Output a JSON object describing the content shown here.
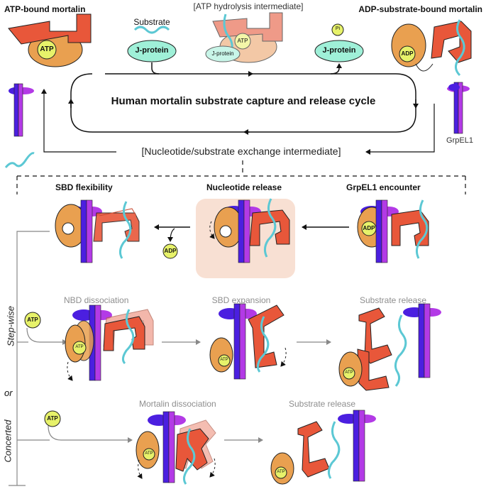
{
  "top": {
    "atp_bound": "ATP-bound mortalin",
    "substrate": "Substrate",
    "atp_hydrolysis": "[ATP hydrolysis intermediate]",
    "adp_substrate_bound": "ADP-substrate-bound mortalin",
    "jprotein": "J-protein",
    "pi": "Pi",
    "atp": "ATP",
    "adp": "ADP"
  },
  "cycle": {
    "title": "Human mortalin substrate capture and release cycle",
    "exchange": "[Nucleotide/substrate exchange intermediate]",
    "grpel1": "GrpEL1"
  },
  "middle": {
    "sbd_flexibility": "SBD flexibility",
    "nucleotide_release": "Nucleotide release",
    "grpel1_encounter": "GrpEL1 encounter",
    "adp": "ADP"
  },
  "stepwise": {
    "label": "Step-wise",
    "nbd_dissociation": "NBD dissociation",
    "sbd_expansion": "SBD expansion",
    "substrate_release": "Substrate release",
    "atp": "ATP"
  },
  "or_label": "or",
  "concerted": {
    "label": "Concerted",
    "mortalin_dissociation": "Mortalin dissociation",
    "substrate_release": "Substrate release",
    "atp": "ATP"
  },
  "colors": {
    "nbd": "#e9a050",
    "sbd": "#e8573a",
    "jprotein": "#9ff0d8",
    "atp": "#e7f26a",
    "grpel_blue": "#4b1fe0",
    "grpel_purple": "#b33ae6",
    "substrate": "#5cc8d4",
    "highlight": "#f8e0d3"
  }
}
